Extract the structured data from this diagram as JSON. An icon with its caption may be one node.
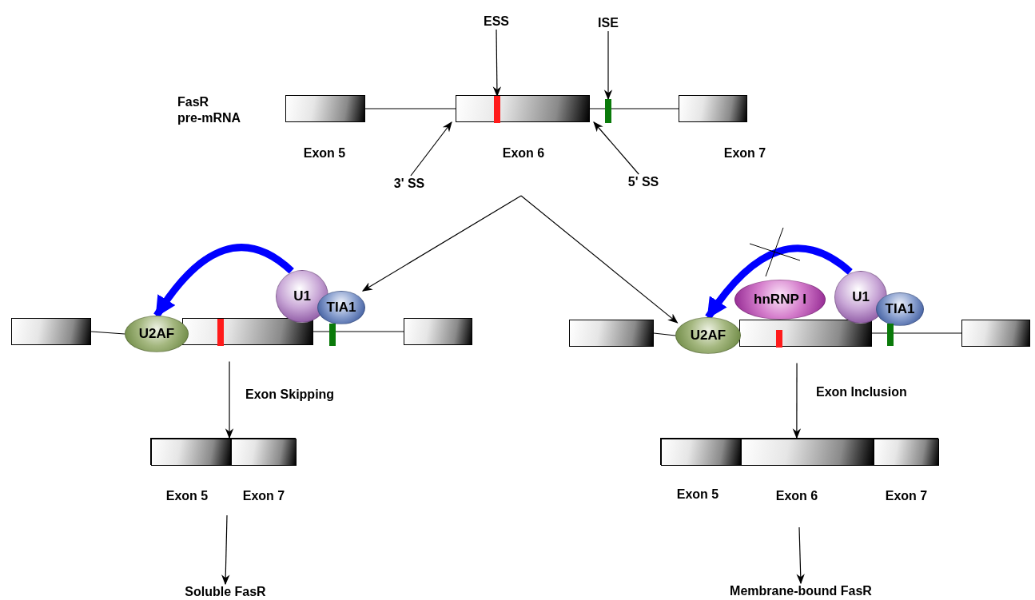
{
  "diagram": {
    "nodes": [
      {
        "text": [],
        "shape": "bar",
        "beside": [
          "Exon 5"
        ]
      },
      {
        "text": [],
        "shape": "bar",
        "beside": [
          "Exon 6"
        ]
      },
      {
        "text": [],
        "shape": "bar",
        "in": 1
      },
      {
        "text": [],
        "shape": "bar"
      },
      {
        "text": [],
        "shape": "bar",
        "beside": [
          "Exon 7"
        ]
      },
      {
        "text": [
          "ESS"
        ]
      },
      {
        "text": [
          "ISE"
        ]
      },
      {
        "text": [
          "3' SS"
        ]
      },
      {
        "text": [
          "5' SS"
        ]
      },
      {
        "text": [],
        "shape": "bar"
      },
      {
        "text": [],
        "shape": "bar"
      },
      {
        "text": [],
        "shape": "bar",
        "in": 10
      },
      {
        "text": [
          "U2AF"
        ]
      },
      {
        "text": [
          "U1"
        ]
      },
      {
        "text": [
          "TIA1"
        ]
      },
      {
        "text": [],
        "shape": "bar"
      },
      {
        "text": [],
        "shape": "bar"
      },
      {
        "text": [],
        "shape": "bar"
      },
      {
        "text": [],
        "shape": "bar"
      },
      {
        "text": [],
        "shape": "bar",
        "in": 18
      },
      {
        "text": [
          "U2AF"
        ]
      },
      {
        "text": [
          "hnRNP I"
        ]
      },
      {
        "text": [
          "U1"
        ]
      },
      {
        "text": [
          "TIA1"
        ]
      },
      {
        "text": [],
        "shape": "bar"
      },
      {
        "text": [],
        "shape": "bar"
      },
      {
        "text": [],
        "shape": "bar"
      },
      {
        "text": [],
        "shape": "bar",
        "in": 26,
        "beside": [
          "Exon 5"
        ]
      },
      {
        "text": [],
        "shape": "bar",
        "in": 26,
        "beside": [
          "Exon 7"
        ]
      },
      {
        "text": [],
        "shape": "bar"
      },
      {
        "text": [],
        "shape": "bar",
        "in": 29,
        "beside": [
          "Exon 5"
        ]
      },
      {
        "text": [],
        "shape": "bar",
        "in": 29,
        "beside": [
          "Exon 6"
        ]
      },
      {
        "text": [],
        "shape": "bar",
        "in": 29,
        "beside": [
          "Exon 7"
        ]
      },
      {
        "text": [
          "Soluble FasR"
        ]
      },
      {
        "text": [
          "Membrane-bound FasR"
        ]
      }
    ],
    "edges": [
      {
        "from": 5,
        "to": 2,
        "arrow": "to"
      },
      {
        "from": 6,
        "to": 3,
        "arrow": "to"
      },
      {
        "from": 7,
        "to": 1,
        "arrow": "to"
      },
      {
        "from": 8,
        "to": 1,
        "arrow": "to"
      },
      {
        "from": null,
        "to": 14,
        "arrow": "to"
      },
      {
        "from": null,
        "to": 20,
        "arrow": "to"
      },
      {
        "from": 13,
        "to": 12,
        "arrow": "to",
        "style": "thick",
        "color": "#0000ff"
      },
      {
        "from": 22,
        "to": 20,
        "arrow": "to",
        "style": "thick",
        "color": "#0000ff"
      },
      {
        "from": 10,
        "to": 26,
        "arrow": "to",
        "label": "Exon Skipping"
      },
      {
        "from": 18,
        "to": 29,
        "arrow": "to",
        "label": "Exon Inclusion"
      },
      {
        "from": null,
        "to": 33,
        "arrow": "to"
      },
      {
        "from": null,
        "to": 34,
        "arrow": "to"
      },
      {
        "from": 0,
        "to": 1,
        "arrow": "none"
      },
      {
        "from": 1,
        "to": 4,
        "arrow": "none"
      },
      {
        "from": 9,
        "to": 12,
        "arrow": "none"
      },
      {
        "from": 10,
        "to": 16,
        "arrow": "none"
      },
      {
        "from": 17,
        "to": 20,
        "arrow": "none"
      },
      {
        "from": 18,
        "to": 25,
        "arrow": "none"
      }
    ],
    "labels": [
      "FasR pre-mRNA"
    ]
  }
}
